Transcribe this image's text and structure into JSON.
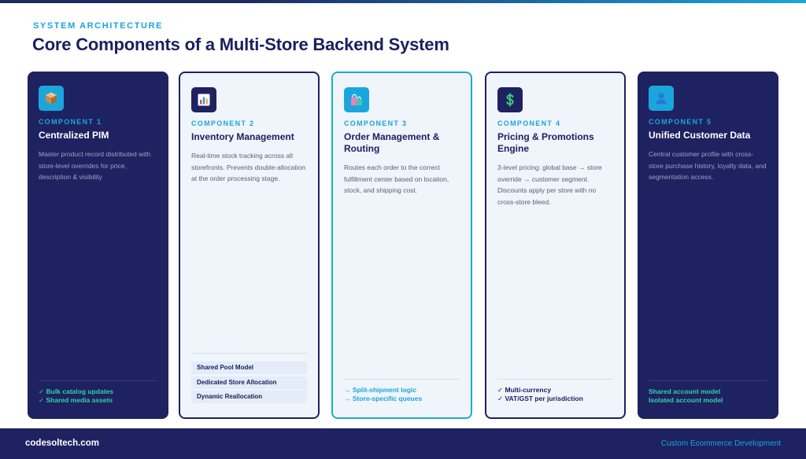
{
  "header": {
    "eyebrow": "SYSTEM ARCHITECTURE",
    "title": "Core Components of a Multi-Store Backend System"
  },
  "components": [
    {
      "icon": "package-icon",
      "label": "COMPONENT 1",
      "title": "Centralized PIM",
      "description": "Master product record distributed with store-level overrides for price, description & visibility",
      "features": [
        "✓ Bulk catalog updates",
        "✓ Shared media assets"
      ]
    },
    {
      "icon": "bar-chart-icon",
      "label": "COMPONENT 2",
      "title": "Inventory Management",
      "description": "Real-time stock tracking across all storefronts. Prevents double-allocation at the order processing stage.",
      "features": [
        "Shared Pool Model",
        "Dedicated Store Allocation",
        "Dynamic Reallocation"
      ]
    },
    {
      "icon": "shopping-bags-icon",
      "label": "COMPONENT 3",
      "title": "Order Management & Routing",
      "description": "Routes each order to the correct fulfillment center based on location, stock, and shipping cost.",
      "features": [
        "→ Split-shipment logic",
        "→ Store-specific queues"
      ]
    },
    {
      "icon": "dollar-sign-icon",
      "label": "COMPONENT 4",
      "title": "Pricing & Promotions Engine",
      "description": "3-level pricing: global base → store override → customer segment. Discounts apply per store with no cross-store bleed.",
      "features": [
        "✓ Multi-currency",
        "✓ VAT/GST per jurisdiction"
      ]
    },
    {
      "icon": "user-icon",
      "label": "COMPONENT 5",
      "title": "Unified Customer Data",
      "description": "Central customer profile with cross-store purchase history, loyalty data, and segmentation access.",
      "features": [
        "Shared account model",
        "Isolated account model"
      ]
    }
  ],
  "footer": {
    "brand": "codesoltech.com",
    "tagline": "Custom Ecommerce Development"
  },
  "colors": {
    "navy": "#1e2260",
    "cyan": "#1aa6dd",
    "teal_border": "#1aaec8",
    "green": "#2ed3a6",
    "light_card": "#f0f4fb"
  }
}
